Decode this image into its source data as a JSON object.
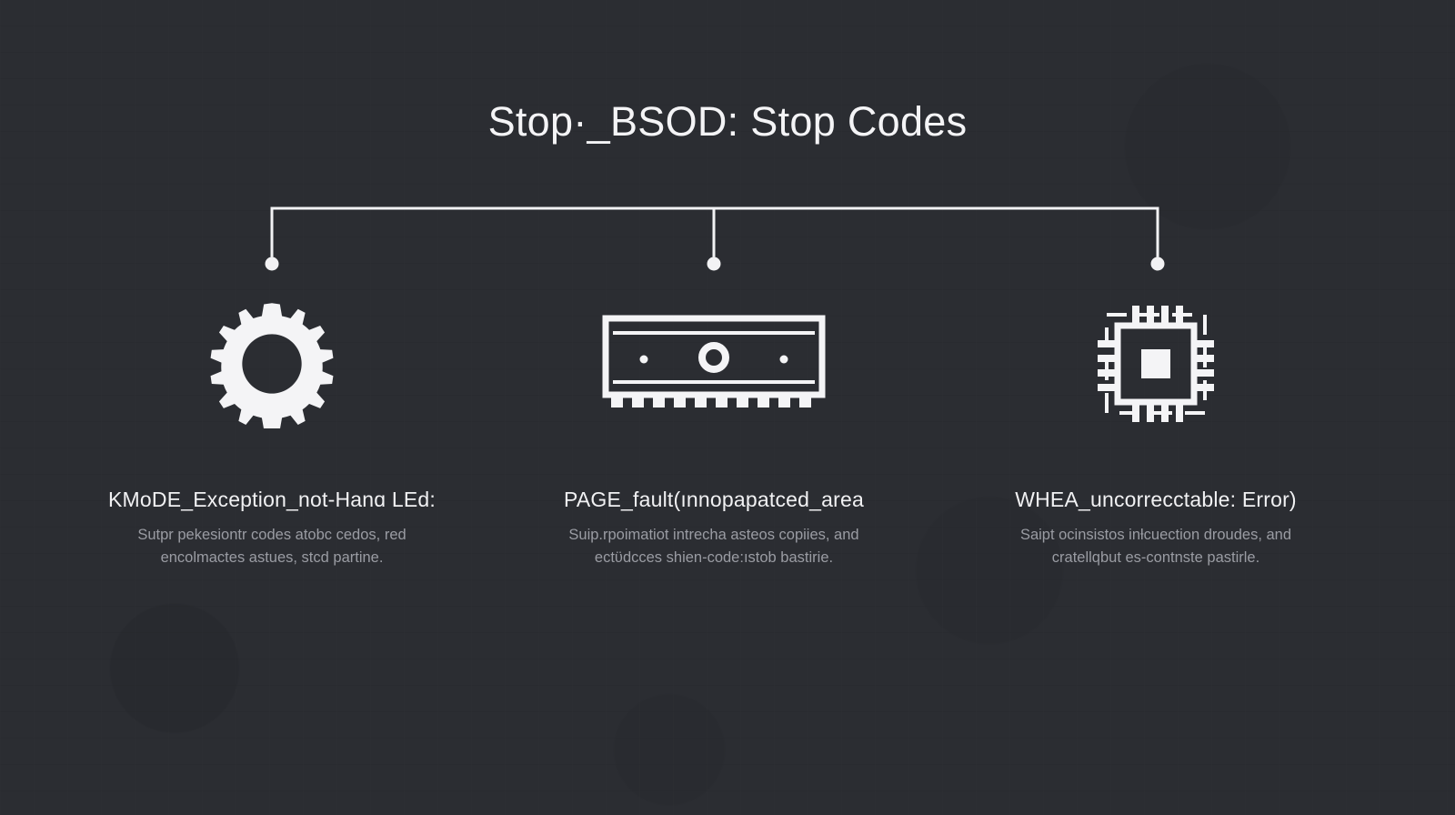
{
  "page": {
    "title": "Stop·_BSOD: Stop Codes",
    "background_color": "#2b2d32",
    "line_color": "#f2f2f4",
    "heading_color": "#f1f1f3",
    "body_color": "#9a9ca3"
  },
  "connector": {
    "name": "bracket-connector",
    "stem_dots": 3
  },
  "columns": [
    {
      "icon": "gear-icon",
      "heading": "KMoDE_Exception_not-Hanɑ LEd:",
      "body_lines": [
        "Sutpr pekesiontr codes atobc cedos, red",
        "encolmactes astues, stcd partine."
      ]
    },
    {
      "icon": "ram-memory-icon",
      "heading": "PAGE_fault(ınnopapatced_area",
      "body_lines": [
        "Suip.rpoimatiot intrecha asteos copiies, and",
        "ectϋdcces shien-code:ıstob bastirie."
      ]
    },
    {
      "icon": "cpu-chip-icon",
      "heading": "WHEA_uncorrecctable: Error)",
      "body_lines": [
        "Saipt ocinsistos inƚcuection droudes, and",
        "cratellqbut es-contnste pastirle."
      ]
    }
  ]
}
